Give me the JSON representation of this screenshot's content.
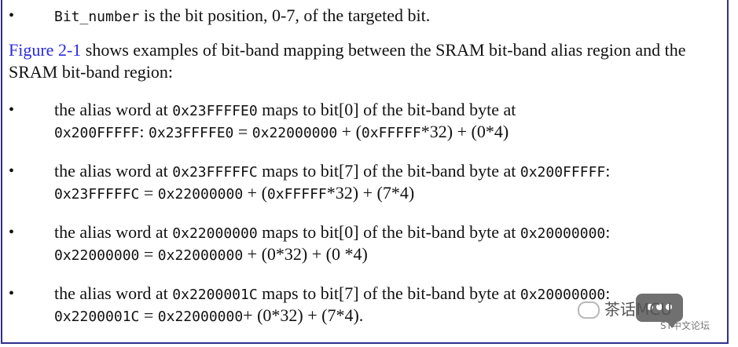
{
  "items": [
    {
      "mono1": "Bit_number",
      "rest1": " is the bit position, 0-7, of the targeted bit."
    },
    {
      "p1": "the alias word at ",
      "code1": "0x23FFFFE0",
      "p2": " maps to bit[0] of the bit-band byte at",
      "l2a": "0x200FFFFF",
      "l2b": ": ",
      "l2c": "0x23FFFFE0",
      "l2d": " = ",
      "l2e": "0x22000000",
      "l2f": " + (",
      "l2g": "0xFFFFF",
      "l2h": "*32) + (0*4)"
    },
    {
      "p1": "the alias word at ",
      "code1": "0x23FFFFFC",
      "p2": " maps to bit[7] of the bit-band byte at ",
      "code2": "0x200FFFFF",
      "p3": ":",
      "l2a": "0x23FFFFFC",
      "l2b": " = ",
      "l2c": "0x22000000",
      "l2d": " + (",
      "l2e": "0xFFFFF",
      "l2f": "*32) + (7*4)"
    },
    {
      "p1": "the alias word at ",
      "code1": "0x22000000",
      "p2": " maps to bit[0] of the bit-band byte at ",
      "code2": "0x20000000",
      "p3": ":",
      "l2a": "0x22000000",
      "l2b": " = ",
      "l2c": "0x22000000",
      "l2d": " + (0*32) + (0 *4)"
    },
    {
      "p1": "the alias word at ",
      "code1": "0x2200001C",
      "p2": " maps to bit[7] of the bit-band byte at ",
      "code2": "0x20000000",
      "p3": ":",
      "l2a": "0x2200001C",
      "l2b": " = ",
      "l2c": "0x22000000",
      "l2d": "+ (0*32) + (7*4)."
    }
  ],
  "para": {
    "link": "Figure 2-1",
    "text": " shows examples of bit-band mapping between the SRAM bit-band alias region and the SRAM bit-band region:"
  },
  "watermark": {
    "text": "茶话MCU",
    "sub": "ST中文论坛"
  }
}
